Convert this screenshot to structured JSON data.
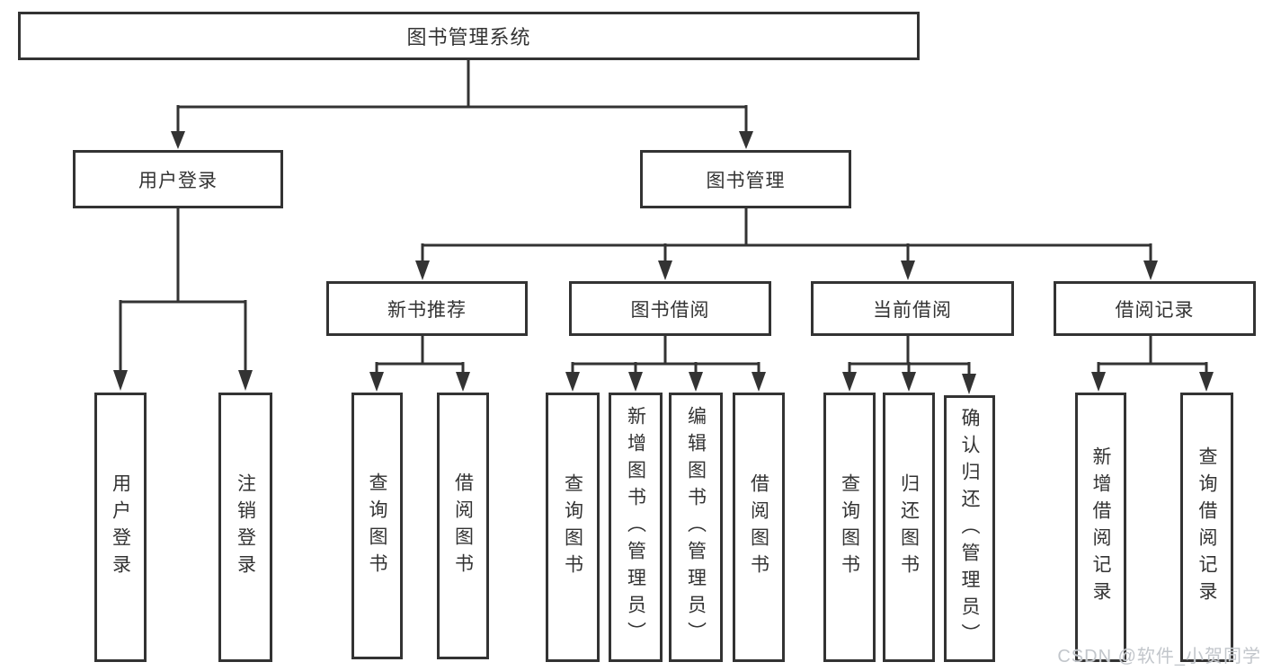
{
  "diagram": {
    "root": "图书管理系统",
    "level2": [
      {
        "label": "用户登录",
        "children": [
          "用户登录",
          "注销登录"
        ]
      },
      {
        "label": "图书管理",
        "sections": [
          {
            "label": "新书推荐",
            "children": [
              "查询图书",
              "借阅图书"
            ]
          },
          {
            "label": "图书借阅",
            "children": [
              "查询图书",
              "新增图书（管理员）",
              "编辑图书（管理员）",
              "借阅图书"
            ]
          },
          {
            "label": "当前借阅",
            "children": [
              "查询图书",
              "归还图书",
              "确认归还（管理员）"
            ]
          },
          {
            "label": "借阅记录",
            "children": [
              "新增借阅记录",
              "查询借阅记录"
            ]
          }
        ]
      }
    ]
  },
  "watermark": "CSDN @软件_小贺同学",
  "colors": {
    "line": "#333333",
    "text": "#333333",
    "watermark": "#c2c6cb"
  }
}
